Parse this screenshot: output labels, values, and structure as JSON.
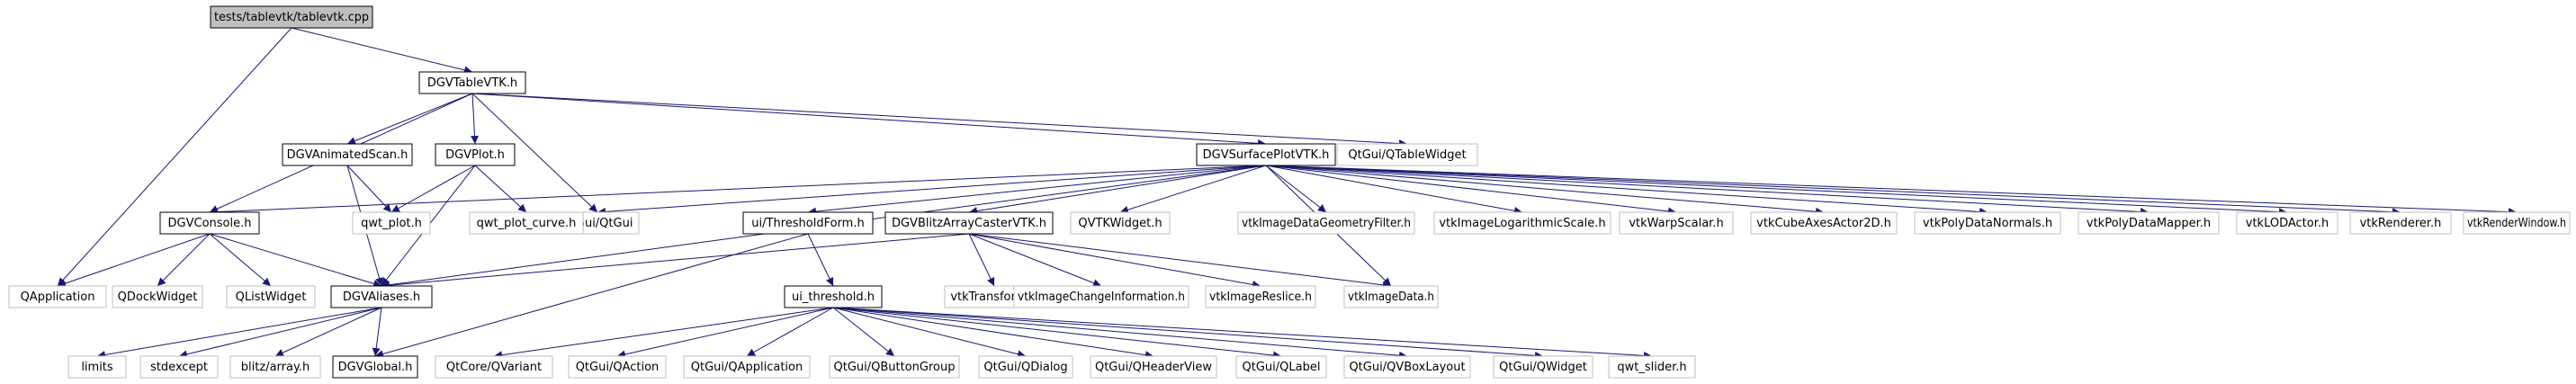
{
  "graph": {
    "nodes": [
      {
        "id": "root",
        "label": "tests/tablevtk/tablevtk.cpp",
        "style": "root"
      },
      {
        "id": "dgvtablevtk",
        "label": "DGVTableVTK.h",
        "style": "documented"
      },
      {
        "id": "qapplication",
        "label": "QApplication",
        "style": "external"
      },
      {
        "id": "dgvconsole",
        "label": "DGVConsole.h",
        "style": "documented"
      },
      {
        "id": "dgvanimatedscan",
        "label": "DGVAnimatedScan.h",
        "style": "documented"
      },
      {
        "id": "dgvplot",
        "label": "DGVPlot.h",
        "style": "documented"
      },
      {
        "id": "qtgui",
        "label": "QtGui/QtGui",
        "style": "external"
      },
      {
        "id": "dgvsurfaceplot",
        "label": "DGVSurfacePlotVTK.h",
        "style": "documented"
      },
      {
        "id": "qtablewidget",
        "label": "QtGui/QTableWidget",
        "style": "external"
      },
      {
        "id": "qdockwidget",
        "label": "QDockWidget",
        "style": "external"
      },
      {
        "id": "qlistwidget",
        "label": "QListWidget",
        "style": "external"
      },
      {
        "id": "dgvaliases",
        "label": "DGVAliases.h",
        "style": "documented"
      },
      {
        "id": "qwtplot",
        "label": "qwt_plot.h",
        "style": "external"
      },
      {
        "id": "qwtplotcurve",
        "label": "qwt_plot_curve.h",
        "style": "external"
      },
      {
        "id": "uithresholdform",
        "label": "ui/ThresholdForm.h",
        "style": "documented"
      },
      {
        "id": "dgvblitz",
        "label": "DGVBlitzArrayCasterVTK.h",
        "style": "documented"
      },
      {
        "id": "qvtkwidget",
        "label": "QVTKWidget.h",
        "style": "external"
      },
      {
        "id": "vtkgeomfilter",
        "label": "vtkImageDataGeometryFilter.h",
        "style": "external"
      },
      {
        "id": "vtklogscale",
        "label": "vtkImageLogarithmicScale.h",
        "style": "external"
      },
      {
        "id": "vtkwarpscalar",
        "label": "vtkWarpScalar.h",
        "style": "external"
      },
      {
        "id": "vtkcubeaxes",
        "label": "vtkCubeAxesActor2D.h",
        "style": "external"
      },
      {
        "id": "vtkpolynormals",
        "label": "vtkPolyDataNormals.h",
        "style": "external"
      },
      {
        "id": "vtkpolymapper",
        "label": "vtkPolyDataMapper.h",
        "style": "external"
      },
      {
        "id": "vtklodactor",
        "label": "vtkLODActor.h",
        "style": "external"
      },
      {
        "id": "vtkrenderer",
        "label": "vtkRenderer.h",
        "style": "external"
      },
      {
        "id": "vtkrenderwindow",
        "label": "vtkRenderWindow.h",
        "style": "external"
      },
      {
        "id": "uithreshold",
        "label": "ui_threshold.h",
        "style": "documented"
      },
      {
        "id": "vtktransform",
        "label": "vtkTransform.h",
        "style": "external"
      },
      {
        "id": "vtkimagechangeinfo",
        "label": "vtkImageChangeInformation.h",
        "style": "external"
      },
      {
        "id": "vtkimagereslice",
        "label": "vtkImageReslice.h",
        "style": "external"
      },
      {
        "id": "vtkimagedata",
        "label": "vtkImageData.h",
        "style": "external"
      },
      {
        "id": "limits",
        "label": "limits",
        "style": "external"
      },
      {
        "id": "stdexcept",
        "label": "stdexcept",
        "style": "external"
      },
      {
        "id": "blitzarray",
        "label": "blitz/array.h",
        "style": "external"
      },
      {
        "id": "dgvglobal",
        "label": "DGVGlobal.h",
        "style": "documented"
      },
      {
        "id": "qvariant",
        "label": "QtCore/QVariant",
        "style": "external"
      },
      {
        "id": "qaction",
        "label": "QtGui/QAction",
        "style": "external"
      },
      {
        "id": "qtguiqapplication",
        "label": "QtGui/QApplication",
        "style": "external"
      },
      {
        "id": "qbuttongroup",
        "label": "QtGui/QButtonGroup",
        "style": "external"
      },
      {
        "id": "qdialog",
        "label": "QtGui/QDialog",
        "style": "external"
      },
      {
        "id": "qheaderview",
        "label": "QtGui/QHeaderView",
        "style": "external"
      },
      {
        "id": "qlabel",
        "label": "QtGui/QLabel",
        "style": "external"
      },
      {
        "id": "qvboxlayout",
        "label": "QtGui/QVBoxLayout",
        "style": "external"
      },
      {
        "id": "qwidget",
        "label": "QtGui/QWidget",
        "style": "external"
      },
      {
        "id": "qwtslider",
        "label": "qwt_slider.h",
        "style": "external"
      }
    ],
    "edges": [
      [
        "root",
        "dgvtablevtk"
      ],
      [
        "root",
        "qapplication"
      ],
      [
        "dgvtablevtk",
        "dgvconsole"
      ],
      [
        "dgvtablevtk",
        "dgvanimatedscan"
      ],
      [
        "dgvtablevtk",
        "dgvplot"
      ],
      [
        "dgvtablevtk",
        "qtgui"
      ],
      [
        "dgvtablevtk",
        "dgvsurfaceplot"
      ],
      [
        "dgvtablevtk",
        "qtablewidget"
      ],
      [
        "dgvconsole",
        "qapplication"
      ],
      [
        "dgvconsole",
        "qdockwidget"
      ],
      [
        "dgvconsole",
        "qlistwidget"
      ],
      [
        "dgvconsole",
        "dgvaliases"
      ],
      [
        "dgvanimatedscan",
        "qwtplot"
      ],
      [
        "dgvanimatedscan",
        "dgvaliases"
      ],
      [
        "dgvplot",
        "qwtplot"
      ],
      [
        "dgvplot",
        "qwtplotcurve"
      ],
      [
        "dgvplot",
        "dgvaliases"
      ],
      [
        "dgvsurfaceplot",
        "dgvconsole"
      ],
      [
        "dgvsurfaceplot",
        "qtgui"
      ],
      [
        "dgvsurfaceplot",
        "uithresholdform"
      ],
      [
        "dgvsurfaceplot",
        "dgvblitz"
      ],
      [
        "dgvsurfaceplot",
        "qvtkwidget"
      ],
      [
        "dgvsurfaceplot",
        "vtkgeomfilter"
      ],
      [
        "dgvsurfaceplot",
        "vtklogscale"
      ],
      [
        "dgvsurfaceplot",
        "vtkwarpscalar"
      ],
      [
        "dgvsurfaceplot",
        "vtkcubeaxes"
      ],
      [
        "dgvsurfaceplot",
        "vtkpolynormals"
      ],
      [
        "dgvsurfaceplot",
        "vtkpolymapper"
      ],
      [
        "dgvsurfaceplot",
        "vtklodactor"
      ],
      [
        "dgvsurfaceplot",
        "vtkrenderer"
      ],
      [
        "dgvsurfaceplot",
        "vtkrenderwindow"
      ],
      [
        "dgvsurfaceplot",
        "vtkimagedata"
      ],
      [
        "dgvsurfaceplot",
        "dgvaliases"
      ],
      [
        "uithresholdform",
        "uithreshold"
      ],
      [
        "uithresholdform",
        "dgvglobal"
      ],
      [
        "dgvblitz",
        "dgvaliases"
      ],
      [
        "dgvblitz",
        "vtktransform"
      ],
      [
        "dgvblitz",
        "vtkimagechangeinfo"
      ],
      [
        "dgvblitz",
        "vtkimagereslice"
      ],
      [
        "dgvblitz",
        "vtkimagedata"
      ],
      [
        "dgvaliases",
        "limits"
      ],
      [
        "dgvaliases",
        "stdexcept"
      ],
      [
        "dgvaliases",
        "blitzarray"
      ],
      [
        "dgvaliases",
        "dgvglobal"
      ],
      [
        "uithreshold",
        "qvariant"
      ],
      [
        "uithreshold",
        "qaction"
      ],
      [
        "uithreshold",
        "qtguiqapplication"
      ],
      [
        "uithreshold",
        "qbuttongroup"
      ],
      [
        "uithreshold",
        "qdialog"
      ],
      [
        "uithreshold",
        "qheaderview"
      ],
      [
        "uithreshold",
        "qlabel"
      ],
      [
        "uithreshold",
        "qvboxlayout"
      ],
      [
        "uithreshold",
        "qwidget"
      ],
      [
        "uithreshold",
        "qwtslider"
      ]
    ]
  },
  "colors": {
    "edge": "#191970",
    "root_fill": "#bfbfbf",
    "root_border": "#000000",
    "documented_fill": "#ffffff",
    "documented_border": "#000000",
    "external_fill": "#ffffff",
    "external_border": "#bfbfbf",
    "text": "#000000"
  }
}
